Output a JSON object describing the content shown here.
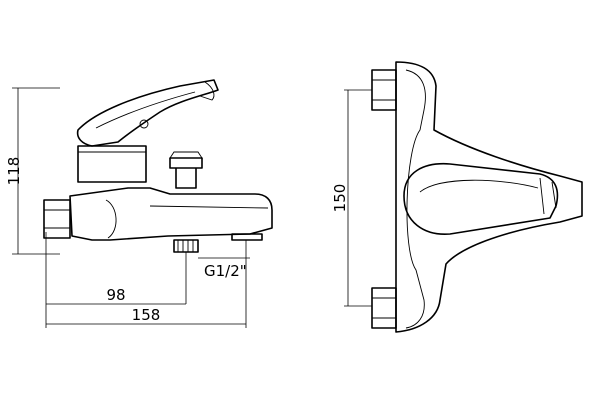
{
  "drawing": {
    "dimensions": {
      "height_side": "118",
      "length_short": "98",
      "length_total": "158",
      "thread": "G1/2\"",
      "height_front": "150"
    }
  }
}
